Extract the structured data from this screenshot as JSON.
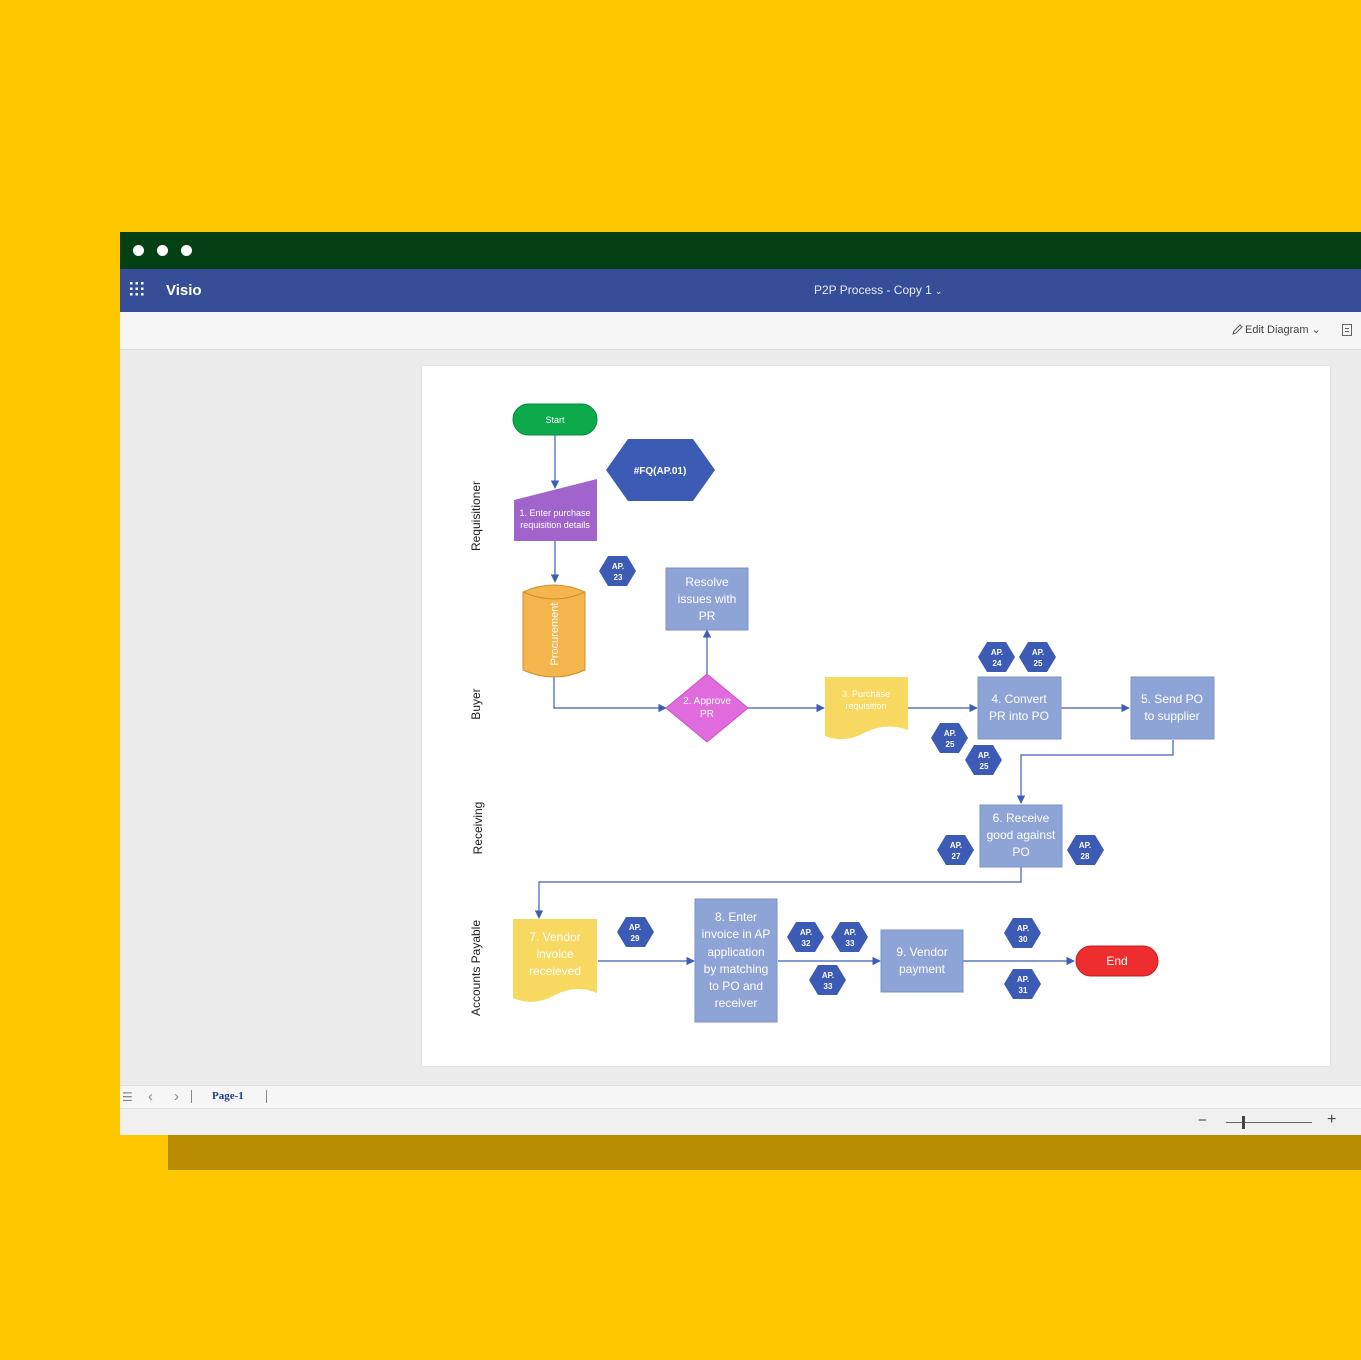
{
  "app": {
    "name": "Visio",
    "document_title": "P2P Process - Copy 1",
    "title_chevron": "⌄"
  },
  "toolbar": {
    "edit_diagram_label": "Edit Diagram",
    "edit_chevron": "⌄"
  },
  "lanes": [
    "Requisitioner",
    "Buyer",
    "Receiving",
    "Accounts Payable"
  ],
  "shapes": {
    "start": "Start",
    "fq": "#FQ(AP.01)",
    "step1": [
      "1. Enter purchase",
      "requisition details"
    ],
    "procurement": "Procurement",
    "resolve": [
      "Resolve",
      "issues with",
      "PR"
    ],
    "approve": [
      "2. Approve",
      "PR"
    ],
    "purchase_req": [
      "3. Purchase",
      "requisition"
    ],
    "convert": [
      "4. Convert",
      "PR into PO"
    ],
    "send_po": [
      "5. Send PO",
      "to supplier"
    ],
    "receive": [
      "6. Receive",
      "good against",
      "PO"
    ],
    "vendor_invoice": [
      "7. Vendor",
      "invoice",
      "receieved"
    ],
    "enter_invoice": [
      "8. Enter",
      "invoice in AP",
      "application",
      "by matching",
      "to PO and",
      "receiver"
    ],
    "vendor_payment": [
      "9. Vendor",
      "payment"
    ],
    "end": "End"
  },
  "tags": {
    "ap23": "23",
    "ap24": "24",
    "ap25a": "25",
    "ap25b": "25",
    "ap25c": "25",
    "ap27": "27",
    "ap28": "28",
    "ap29": "29",
    "ap32": "32",
    "ap33a": "33",
    "ap33b": "33",
    "ap30": "30",
    "ap31": "31",
    "prefix": "AP."
  },
  "footer": {
    "page_tab": "Page-1",
    "zoom_minus": "−",
    "zoom_plus": "+"
  },
  "colors": {
    "background": "#FFC700",
    "titlebar": "#044014",
    "appbar": "#364D97",
    "process_box": "#8EA4D6",
    "tag_hex": "#3C5BB5",
    "start_green": "#0DAA4B",
    "end_red": "#EE2E2E",
    "purple": "#A064CC",
    "orange": "#F4B54D",
    "magenta": "#E06BDD",
    "yellow": "#F7D860"
  }
}
